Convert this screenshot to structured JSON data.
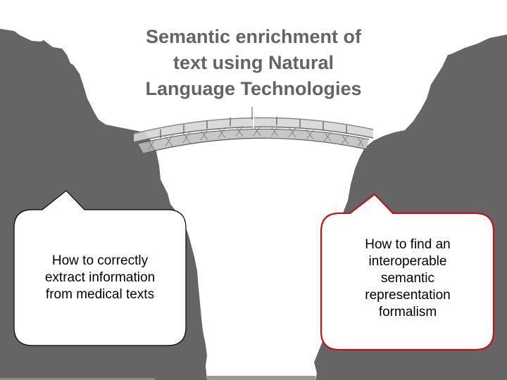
{
  "slide": {
    "title_lines": [
      "Semantic enrichment of",
      "text using Natural",
      "Language Technologies"
    ],
    "background_color": "#ffffff",
    "cliff_color": "#656565",
    "title_color": "#646464",
    "bridge": {
      "icon": "arch-bridge-icon"
    },
    "bubbles": [
      {
        "id": "left",
        "lines": [
          "How to correctly",
          "extract information",
          "from medical texts"
        ],
        "border_color": "#000000",
        "fill_color": "#ffffff"
      },
      {
        "id": "right",
        "lines": [
          "How to find an",
          "interoperable",
          "semantic",
          "representation",
          "formalism"
        ],
        "border_color": "#c0141c",
        "fill_color": "#ffffff"
      }
    ]
  }
}
